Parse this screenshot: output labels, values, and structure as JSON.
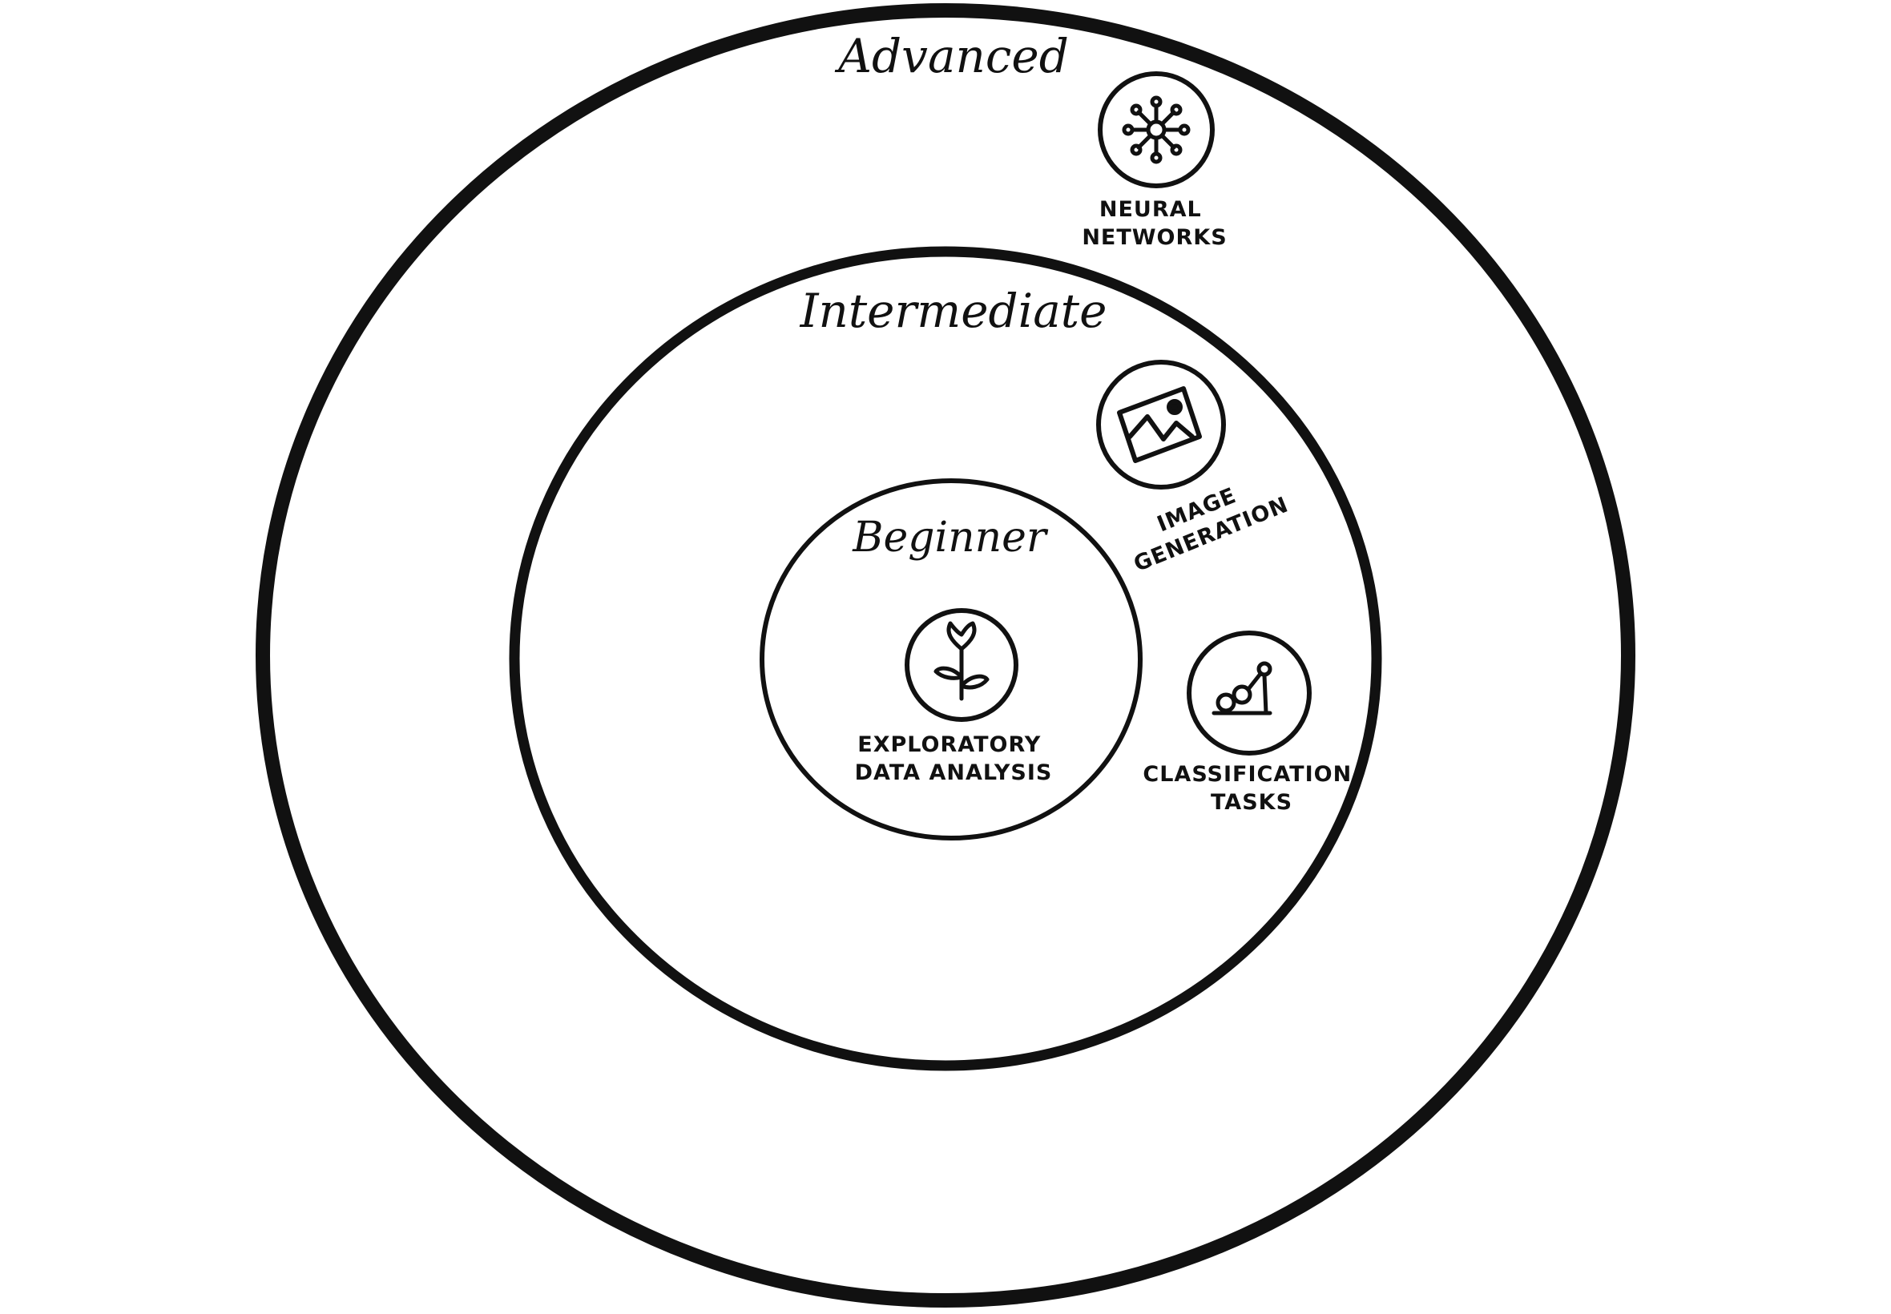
{
  "diagram": {
    "colors": {
      "ink": "#111111",
      "background": "#ffffff"
    },
    "levels": {
      "advanced": {
        "label": "Advanced"
      },
      "intermediate": {
        "label": "Intermediate"
      },
      "beginner": {
        "label": "Beginner"
      }
    },
    "topics": {
      "neural_networks": {
        "icon": "network-nodes-icon",
        "line1": "NEURAL",
        "line2": "NETWORKS"
      },
      "image_generation": {
        "icon": "image-icon",
        "line1": "IMAGE",
        "line2": "GENERATION"
      },
      "classification_tasks": {
        "icon": "classification-plot-icon",
        "line1": "CLASSIFICATION",
        "line2": "TASKS"
      },
      "exploratory_data_analysis": {
        "icon": "flower-icon",
        "line1": "EXPLORATORY",
        "line2": "DATA ANALYSIS"
      }
    }
  }
}
